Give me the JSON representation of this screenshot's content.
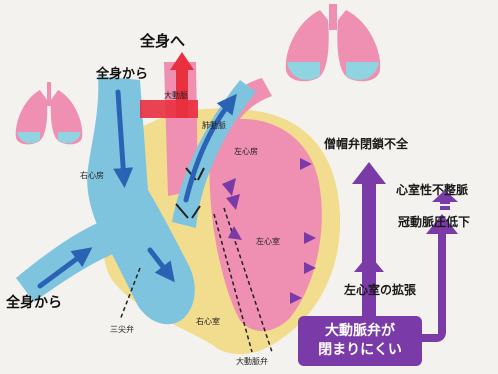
{
  "labels": {
    "to_body": "全身へ",
    "from_body_top": "全身から",
    "from_body_left": "全身から",
    "aorta": "大動脈",
    "pulmonary_artery": "肺動脈",
    "right_atrium": "右心房",
    "left_atrium": "左心房",
    "left_ventricle": "左心室",
    "right_ventricle": "右心室",
    "tricuspid_valve": "三尖弁",
    "aortic_valve": "大動脈弁"
  },
  "flow": {
    "mitral_regurgitation": "僧帽弁閉鎖不全",
    "arrhythmia": "心室性不整脈",
    "coronary_pressure_drop": "冠動脈圧低下",
    "lv_dilation": "左心室の拡張",
    "cause_line1": "大動脈弁が",
    "cause_line2": "閉まりにくい"
  },
  "colors": {
    "purple": "#7a3aa8",
    "heart_pink": "#ef8fb2",
    "vessel_blue": "#7ec4de",
    "heart_wall_yellow": "#f2dc8e",
    "arrow_blue": "#2b63b4",
    "arrow_red": "#e8303f",
    "background": "#f3f2ee"
  },
  "icons": {
    "lungs": "lungs-icon",
    "flow_arrows": "blood-flow-arrow-icon"
  }
}
